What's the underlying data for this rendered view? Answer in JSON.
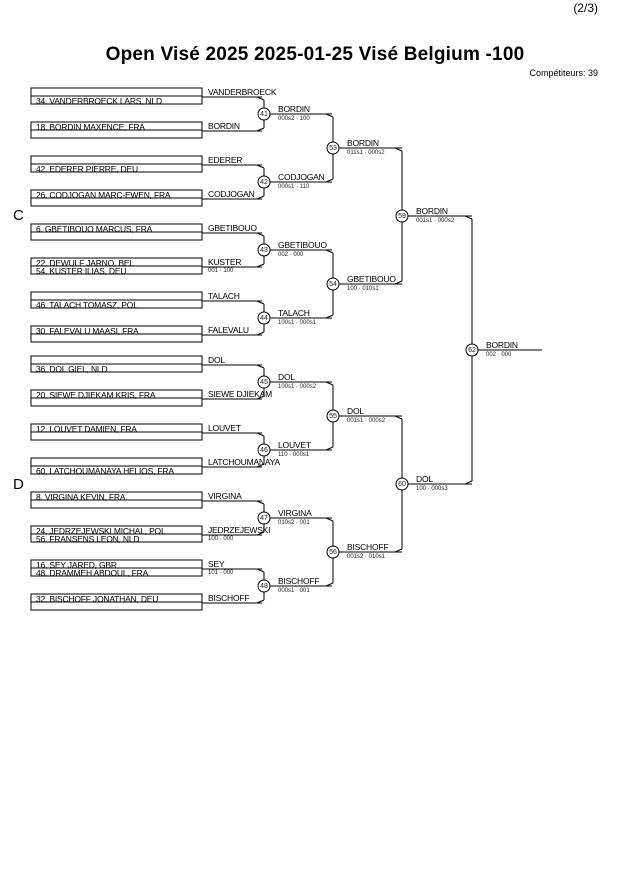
{
  "header": {
    "page_number": "(2/3)",
    "title": "Open Visé 2025  2025-01-25  Visé Belgium   -100",
    "competitors": "Compétiteurs: 39"
  },
  "pools": [
    "C",
    "D"
  ],
  "competitors": [
    {
      "id": "c1",
      "label": ""
    },
    {
      "id": "c2",
      "label": "34. VANDERBROECK LARS, NLD"
    },
    {
      "id": "c3",
      "label": "18. BORDIN MAXENCE, FRA"
    },
    {
      "id": "c4",
      "label": ""
    },
    {
      "id": "c5",
      "label": ""
    },
    {
      "id": "c6",
      "label": "42. EDERER PIERRE, DEU"
    },
    {
      "id": "c7",
      "label": "26. CODJOGAN MARC-EWEN, FRA"
    },
    {
      "id": "c8",
      "label": ""
    },
    {
      "id": "c9",
      "label": "6. GBETIBOUO MARCUS, FRA"
    },
    {
      "id": "c10",
      "label": ""
    },
    {
      "id": "c11",
      "label": "22. DEWULF JARNO, BEL"
    },
    {
      "id": "c12",
      "label": "54. KUSTER ILIAS, DEU"
    },
    {
      "id": "c13",
      "label": ""
    },
    {
      "id": "c14",
      "label": "46. TALACH TOMASZ, POL"
    },
    {
      "id": "c15",
      "label": "30. FALEVALU MAASI, FRA"
    },
    {
      "id": "c16",
      "label": ""
    },
    {
      "id": "c17",
      "label": ""
    },
    {
      "id": "c18",
      "label": "36. DOL GIEL, NLD"
    },
    {
      "id": "c19",
      "label": "20. SIEWE DJIEKAM KRIS, FRA"
    },
    {
      "id": "c20",
      "label": ""
    },
    {
      "id": "c21",
      "label": "12. LOUVET DAMIEN, FRA"
    },
    {
      "id": "c22",
      "label": ""
    },
    {
      "id": "c23",
      "label": ""
    },
    {
      "id": "c24",
      "label": "60. LATCHOUMANAYA HELIOS, FRA"
    },
    {
      "id": "c25",
      "label": "8. VIRGINA KEVIN, FRA"
    },
    {
      "id": "c26",
      "label": ""
    },
    {
      "id": "c27",
      "label": "24. JEDRZEJEWSKI MICHAL, POL"
    },
    {
      "id": "c28",
      "label": "56. FRANSENS LEON, NLD"
    },
    {
      "id": "c29",
      "label": "16. SEY JARED, GBR"
    },
    {
      "id": "c30",
      "label": "48. DRAMMEH ABDOUL, FRA"
    },
    {
      "id": "c31",
      "label": "32. BISCHOFF JONATHAN, DEU"
    },
    {
      "id": "c32",
      "label": ""
    }
  ],
  "r1_names": [
    {
      "id": "n1",
      "text": "VANDERBROECK"
    },
    {
      "id": "n2",
      "text": "BORDIN"
    },
    {
      "id": "n3",
      "text": "EDERER"
    },
    {
      "id": "n4",
      "text": "CODJOGAN"
    },
    {
      "id": "n5",
      "text": "GBETIBOUO"
    },
    {
      "id": "n6",
      "text": "KUSTER"
    },
    {
      "id": "n7",
      "text": "TALACH"
    },
    {
      "id": "n8",
      "text": "FALEVALU"
    },
    {
      "id": "n9",
      "text": "DOL"
    },
    {
      "id": "n10",
      "text": "SIEWE DJIEKAM"
    },
    {
      "id": "n11",
      "text": "LOUVET"
    },
    {
      "id": "n12",
      "text": "LATCHOUMANAYA"
    },
    {
      "id": "n13",
      "text": "VIRGINA"
    },
    {
      "id": "n14",
      "text": "JEDRZEJEWSKI"
    },
    {
      "id": "n15",
      "text": "SEY"
    },
    {
      "id": "n16",
      "text": "BISCHOFF"
    }
  ],
  "r1_scores": [
    {
      "id": "s1",
      "text": "001 · 100"
    },
    {
      "id": "s2",
      "text": "100 · 000"
    },
    {
      "id": "s3",
      "text": "101 · 000"
    }
  ],
  "matches": [
    {
      "id": "m41",
      "number": "41",
      "winner": "BORDIN",
      "score": "000s2 · 100"
    },
    {
      "id": "m42",
      "number": "42",
      "winner": "CODJOGAN",
      "score": "000s1 · 110"
    },
    {
      "id": "m43",
      "number": "43",
      "winner": "GBETIBOUO",
      "score": "002 · 000"
    },
    {
      "id": "m44",
      "number": "44",
      "winner": "TALACH",
      "score": "100s1 · 000s1"
    },
    {
      "id": "m45",
      "number": "45",
      "winner": "DOL",
      "score": "100s1 · 000s2"
    },
    {
      "id": "m46",
      "number": "46",
      "winner": "LOUVET",
      "score": "110 · 000s1"
    },
    {
      "id": "m47",
      "number": "47",
      "winner": "VIRGINA",
      "score": "010s2 · 001"
    },
    {
      "id": "m48",
      "number": "48",
      "winner": "BISCHOFF",
      "score": "000s1 · 001"
    },
    {
      "id": "m53",
      "number": "53",
      "winner": "BORDIN",
      "score": "011s1 · 000s2"
    },
    {
      "id": "m54",
      "number": "54",
      "winner": "GBETIBOUO",
      "score": "100 · 010s1"
    },
    {
      "id": "m55",
      "number": "55",
      "winner": "DOL",
      "score": "001s1 · 000s2"
    },
    {
      "id": "m56",
      "number": "56",
      "winner": "BISCHOFF",
      "score": "001s2 · 010s1"
    },
    {
      "id": "m59",
      "number": "59",
      "winner": "BORDIN",
      "score": "001s1 · 000s2"
    },
    {
      "id": "m60",
      "number": "60",
      "winner": "DOL",
      "score": "100 · 000s3"
    },
    {
      "id": "m62",
      "number": "62",
      "winner": "BORDIN",
      "score": "002 · 000"
    }
  ]
}
